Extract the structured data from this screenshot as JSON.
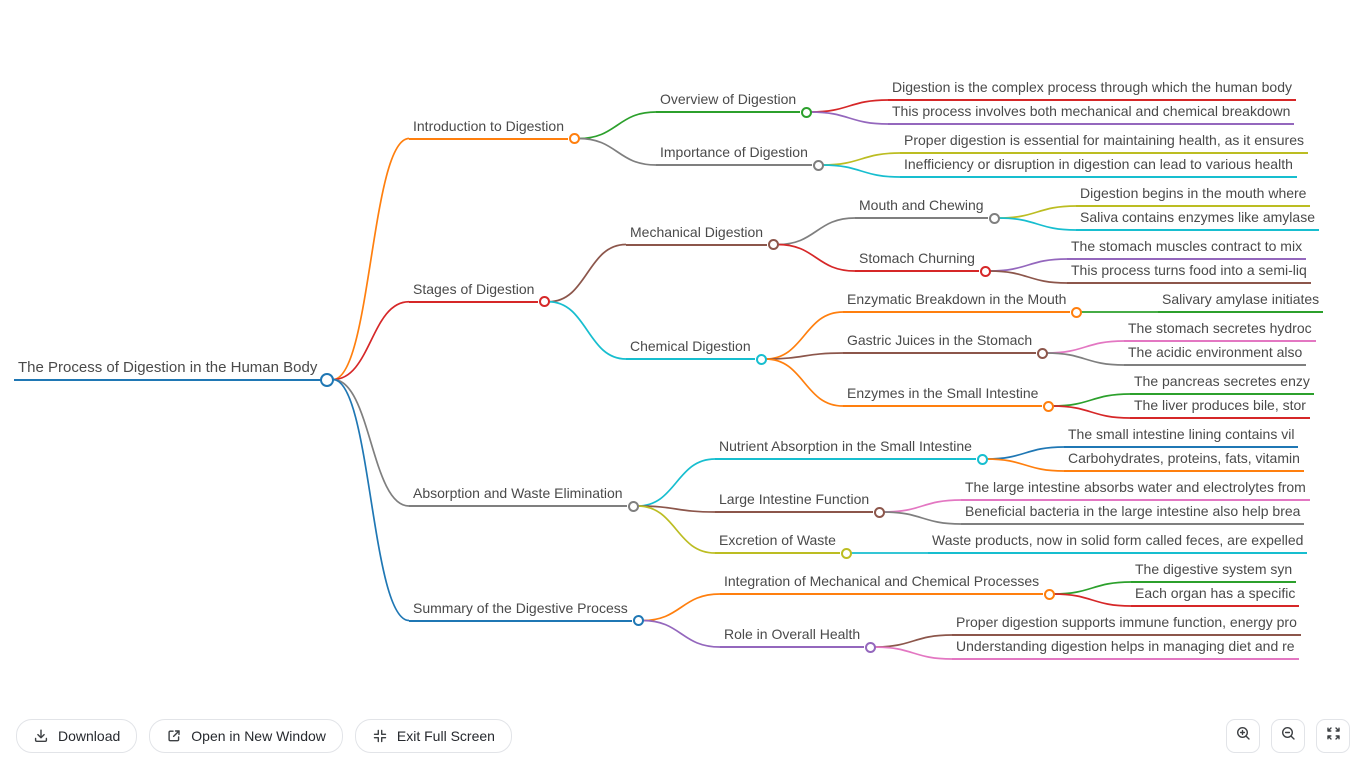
{
  "mindmap": {
    "root": {
      "label": "The Process of Digestion in the Human Body",
      "color": "#1f77b4",
      "children": [
        {
          "label": "Introduction to Digestion",
          "color": "#ff7f0e",
          "children": [
            {
              "label": "Overview of Digestion",
              "color": "#2ca02c",
              "children": [
                {
                  "label": "Digestion is the complex process through which the human body",
                  "color": "#d62728"
                },
                {
                  "label": "This process involves both mechanical and chemical breakdown",
                  "color": "#9467bd"
                }
              ]
            },
            {
              "label": "Importance of Digestion",
              "color": "#7f7f7f",
              "children": [
                {
                  "label": "Proper digestion is essential for maintaining health, as it ensures",
                  "color": "#bcbd22"
                },
                {
                  "label": "Inefficiency or disruption in digestion can lead to various health",
                  "color": "#17becf"
                }
              ]
            }
          ]
        },
        {
          "label": "Stages of Digestion",
          "color": "#d62728",
          "children": [
            {
              "label": "Mechanical Digestion",
              "color": "#8c564b",
              "children": [
                {
                  "label": "Mouth and Chewing",
                  "color": "#7f7f7f",
                  "children": [
                    {
                      "label": "Digestion begins in the mouth where",
                      "color": "#bcbd22"
                    },
                    {
                      "label": "Saliva contains enzymes like amylase",
                      "color": "#17becf"
                    }
                  ]
                },
                {
                  "label": "Stomach Churning",
                  "color": "#d62728",
                  "children": [
                    {
                      "label": "The stomach muscles contract to mix",
                      "color": "#9467bd"
                    },
                    {
                      "label": "This process turns food into a semi-liq",
                      "color": "#8c564b"
                    }
                  ]
                }
              ]
            },
            {
              "label": "Chemical Digestion",
              "color": "#17becf",
              "children": [
                {
                  "label": "Enzymatic Breakdown in the Mouth",
                  "color": "#ff7f0e",
                  "children": [
                    {
                      "label": "Salivary amylase initiates",
                      "color": "#2ca02c"
                    }
                  ]
                },
                {
                  "label": "Gastric Juices in the Stomach",
                  "color": "#8c564b",
                  "children": [
                    {
                      "label": "The stomach secretes hydroc",
                      "color": "#e377c2"
                    },
                    {
                      "label": "The acidic environment also",
                      "color": "#7f7f7f"
                    }
                  ]
                },
                {
                  "label": "Enzymes in the Small Intestine",
                  "color": "#ff7f0e",
                  "children": [
                    {
                      "label": "The pancreas secretes enzy",
                      "color": "#2ca02c"
                    },
                    {
                      "label": "The liver produces bile, stor",
                      "color": "#d62728"
                    }
                  ]
                }
              ]
            }
          ]
        },
        {
          "label": "Absorption and Waste Elimination",
          "color": "#7f7f7f",
          "children": [
            {
              "label": "Nutrient Absorption in the Small Intestine",
              "color": "#17becf",
              "children": [
                {
                  "label": "The small intestine lining contains vil",
                  "color": "#1f77b4"
                },
                {
                  "label": "Carbohydrates, proteins, fats, vitamin",
                  "color": "#ff7f0e"
                }
              ]
            },
            {
              "label": "Large Intestine Function",
              "color": "#8c564b",
              "children": [
                {
                  "label": "The large intestine absorbs water and electrolytes from",
                  "color": "#e377c2"
                },
                {
                  "label": "Beneficial bacteria in the large intestine also help brea",
                  "color": "#7f7f7f"
                }
              ]
            },
            {
              "label": "Excretion of Waste",
              "color": "#bcbd22",
              "children": [
                {
                  "label": "Waste products, now in solid form called feces, are expelled",
                  "color": "#17becf"
                }
              ]
            }
          ]
        },
        {
          "label": "Summary of the Digestive Process",
          "color": "#1f77b4",
          "children": [
            {
              "label": "Integration of Mechanical and Chemical Processes",
              "color": "#ff7f0e",
              "children": [
                {
                  "label": "The digestive system syn",
                  "color": "#2ca02c"
                },
                {
                  "label": "Each organ has a specific",
                  "color": "#d62728"
                }
              ]
            },
            {
              "label": "Role in Overall Health",
              "color": "#9467bd",
              "children": [
                {
                  "label": "Proper digestion supports immune function, energy pro",
                  "color": "#8c564b"
                },
                {
                  "label": "Understanding digestion helps in managing diet and re",
                  "color": "#e377c2"
                }
              ]
            }
          ]
        }
      ]
    }
  },
  "toolbar": {
    "download": {
      "label": "Download",
      "icon": "download-icon"
    },
    "open_new_window": {
      "label": "Open in New Window",
      "icon": "open-in-new-window-icon"
    },
    "exit_full_screen": {
      "label": "Exit Full Screen",
      "icon": "exit-fullscreen-icon"
    }
  },
  "zoom_controls": {
    "zoom_in": {
      "icon": "zoom-in-icon"
    },
    "zoom_out": {
      "icon": "zoom-out-icon"
    },
    "fit": {
      "icon": "fit-screen-icon"
    }
  },
  "colors": {
    "background": "#ffffff",
    "node_text": "#4a4a4a",
    "button_border": "#e2e4e8",
    "button_text": "#26292e"
  }
}
